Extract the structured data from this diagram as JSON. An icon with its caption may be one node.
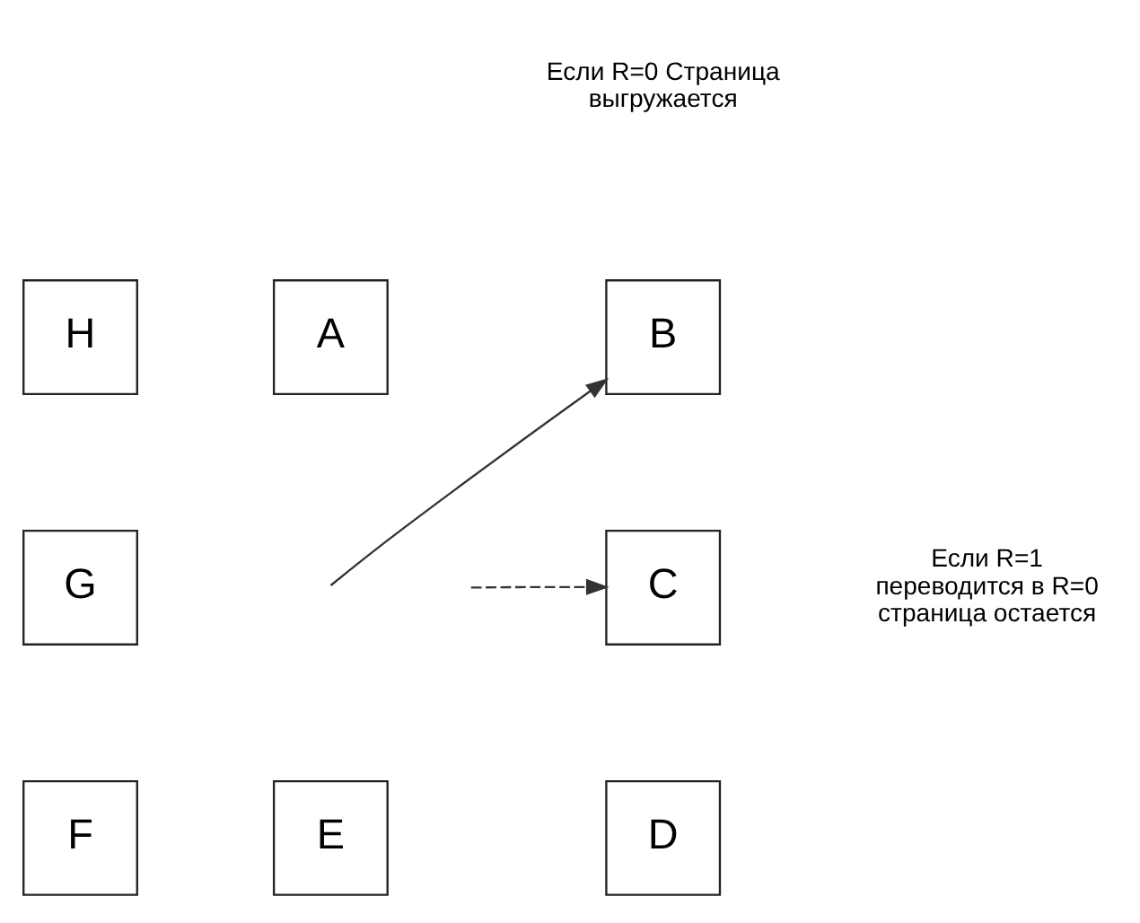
{
  "diagram": {
    "nodes": [
      {
        "text": [
          "A"
        ]
      },
      {
        "text": [
          "H"
        ]
      },
      {
        "text": [
          "B"
        ]
      },
      {
        "text": [
          "G"
        ]
      },
      {
        "text": [
          "C"
        ]
      },
      {
        "text": [
          "F"
        ]
      },
      {
        "text": [
          "D"
        ]
      },
      {
        "text": [
          "E"
        ]
      }
    ],
    "edges": [
      {
        "from": null,
        "to": 2,
        "arrow": "to"
      },
      {
        "from": null,
        "to": 4,
        "arrow": "to",
        "style": "dashed"
      }
    ],
    "labels": [
      "Если R=0 Страница выгружается",
      "Если R=1 переводится в R=0 страница остается"
    ]
  }
}
